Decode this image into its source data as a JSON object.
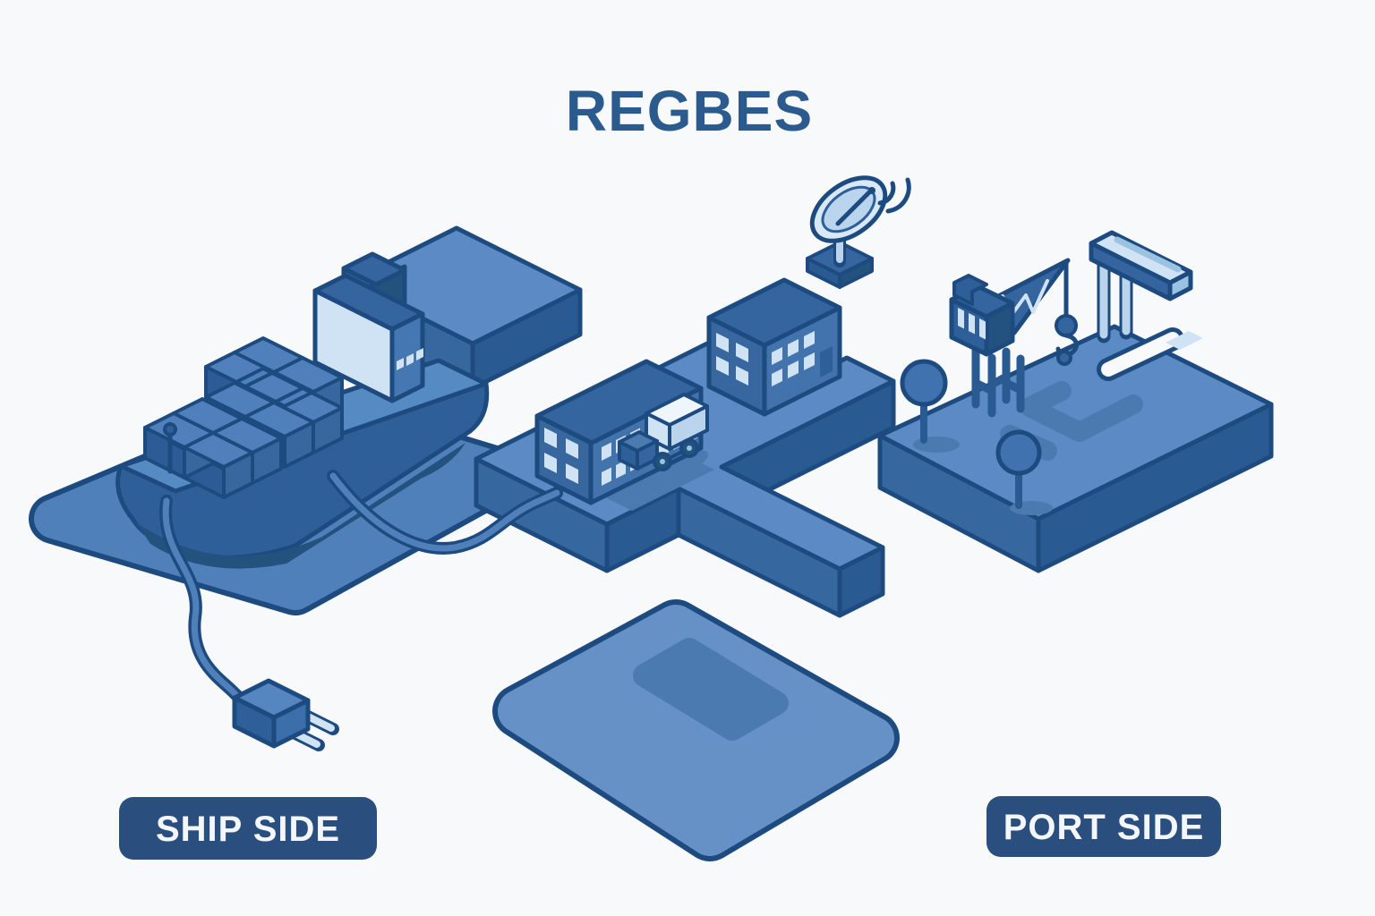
{
  "title": "REGBES",
  "labels": {
    "ship_side": "SHIP SIDE",
    "port_side": "PORT SIDE"
  },
  "scene": {
    "ship_side_elements": [
      "cargo-ship",
      "shipping-containers",
      "ship-bridge",
      "bow-mast",
      "berth-pad",
      "dock-platform",
      "shore-power-cable",
      "power-plug"
    ],
    "terminal_elements": [
      "terminal-platform",
      "pier-arm",
      "warehouse-long",
      "warehouse-tall",
      "delivery-truck",
      "satellite-dish"
    ],
    "port_side_elements": [
      "port-platform",
      "tower-crane",
      "crane-hook",
      "gantry-frame",
      "tree",
      "tree",
      "quay-slot",
      "road-marking"
    ],
    "bottom_elements": [
      "empty-yard-pad"
    ]
  },
  "colors": {
    "background": "#f7f9fa",
    "outline": "#1d4b80",
    "surface_blue": "#5b8ac4",
    "water_blue": "#4f80ba",
    "side_dark": "#2a5a92",
    "side_medium": "#36689f",
    "roof_blue": "#35659f",
    "light_blue": "#cfe3f4",
    "near_white": "#eef5fb",
    "shadow_blue": "#4a7ab0",
    "label_background": "#2a4f7e",
    "title_text": "#2b5a8f",
    "label_text": "#f3f6fa"
  }
}
